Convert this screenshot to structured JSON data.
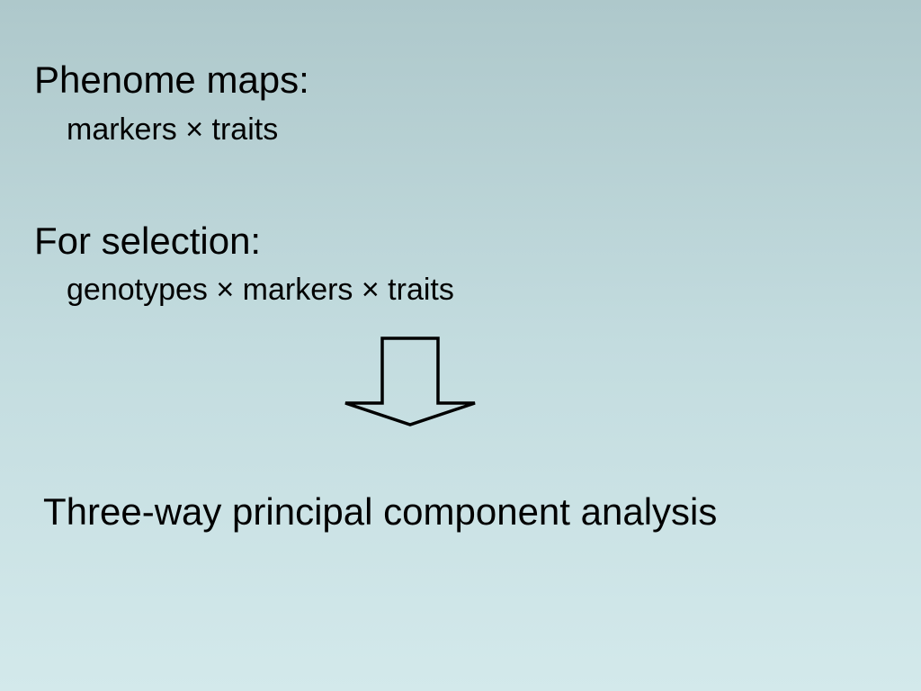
{
  "slide": {
    "phenome": {
      "heading": "Phenome maps:",
      "detail": "markers × traits"
    },
    "selection": {
      "heading": "For selection:",
      "detail": "genotypes × markers × traits"
    },
    "arrow_icon": "down-arrow-icon",
    "conclusion": "Three-way principal component analysis"
  }
}
